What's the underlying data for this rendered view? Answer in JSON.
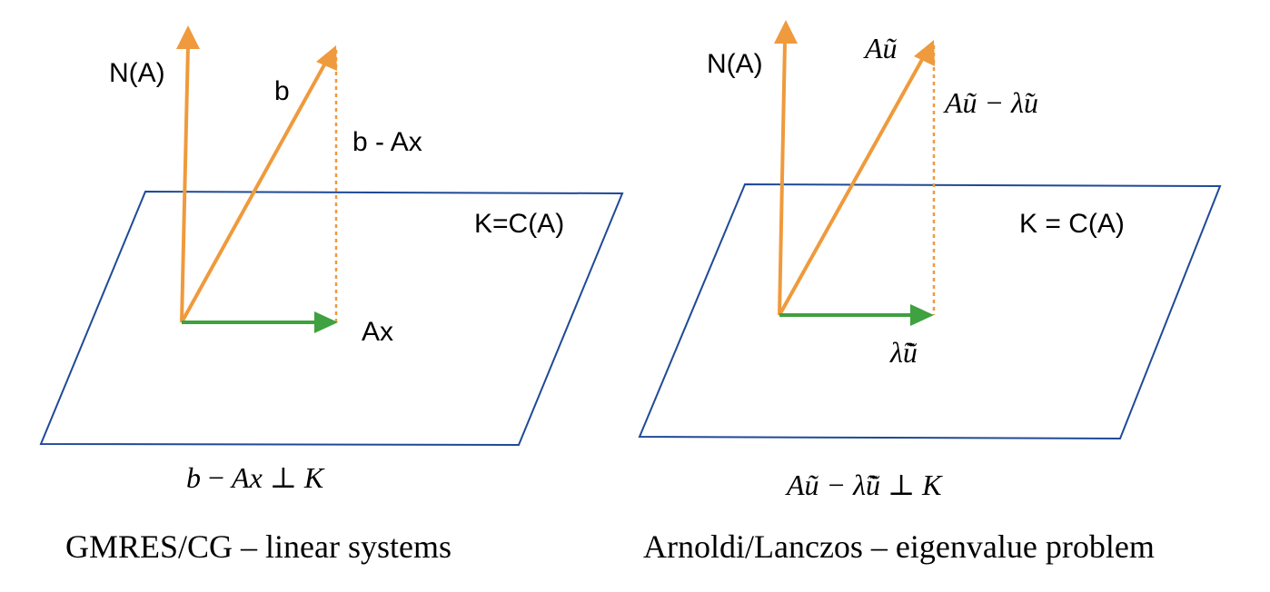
{
  "colors": {
    "plane_stroke": "#1f4a96",
    "vector_orange": "#ef9a3c",
    "vector_green": "#3fa13f"
  },
  "left_panel": {
    "null_space_label": "N(A)",
    "b_label": "b",
    "residual_label": "b - Ax",
    "subspace_label": "K=C(A)",
    "projection_label": "Ax",
    "condition": {
      "lhs_b": "b",
      "minus": " − ",
      "lhs_A": "A",
      "lhs_x": "x",
      "perp": " ⊥ ",
      "rhs": "K"
    },
    "caption": "GMRES/CG – linear systems"
  },
  "right_panel": {
    "null_space_label": "N(A)",
    "a_u_label": "Aũ",
    "residual_label": "Aũ − λ̃u",
    "subspace_label": "K = C(A)",
    "projection_label": "λ̃ũ",
    "condition": "Aũ − λ̃ũ ⊥ K",
    "caption": "Arnoldi/Lanczos – eigenvalue problem"
  }
}
